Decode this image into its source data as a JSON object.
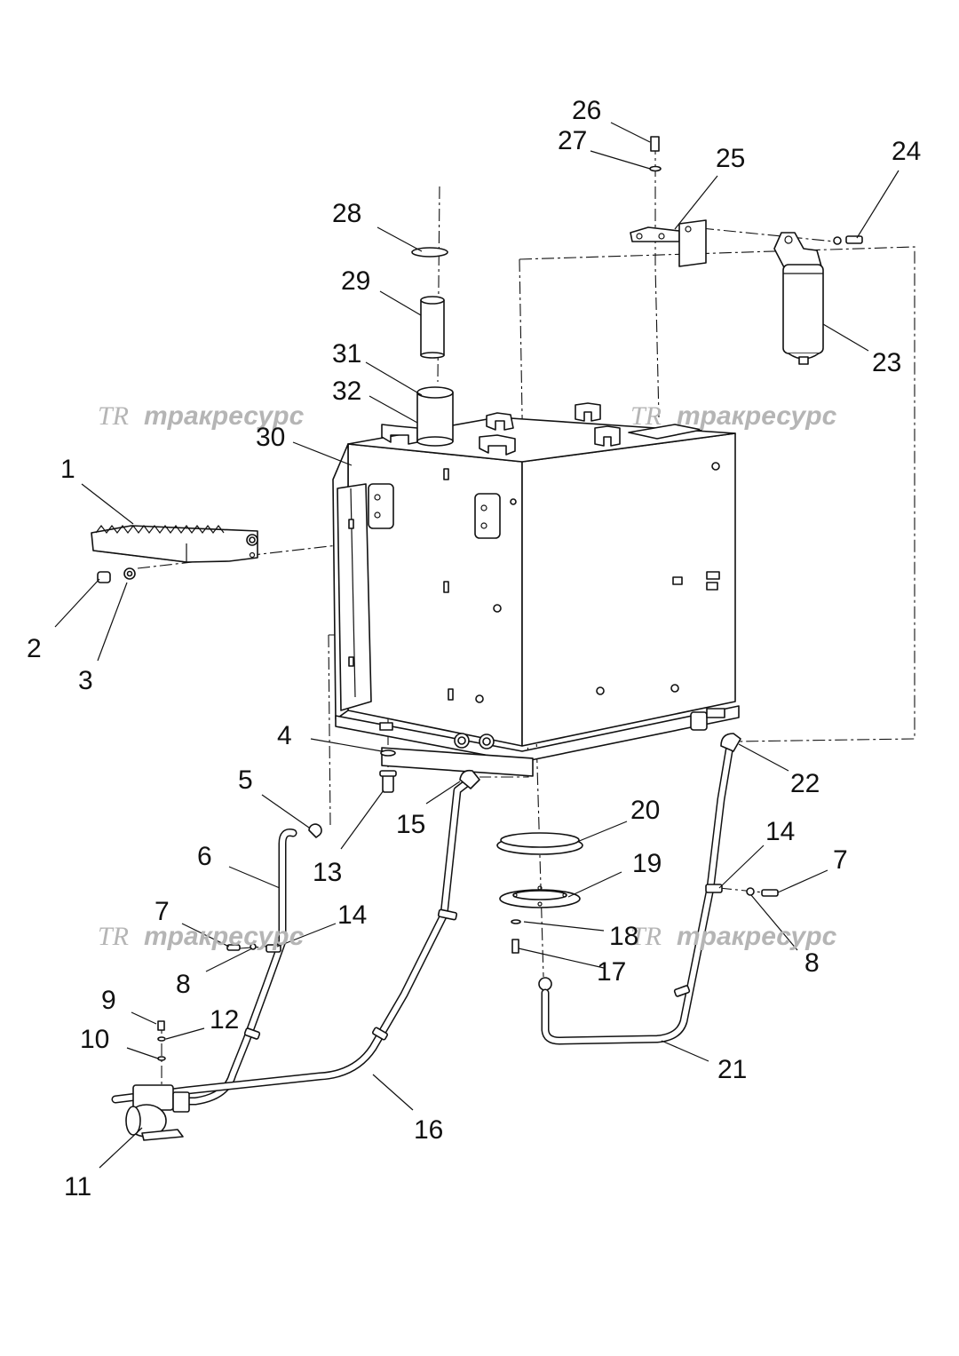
{
  "watermarks": [
    {
      "logo": "TR",
      "text": "тракресурс"
    },
    {
      "logo": "TR",
      "text": "тракресурс"
    },
    {
      "logo": "TR",
      "text": "тракресурс"
    },
    {
      "logo": "TR",
      "text": "тракресурс"
    }
  ],
  "callouts": [
    "1",
    "2",
    "3",
    "4",
    "5",
    "6",
    "7",
    "8",
    "9",
    "10",
    "11",
    "12",
    "13",
    "14",
    "15",
    "16",
    "17",
    "18",
    "19",
    "20",
    "21",
    "22",
    "23",
    "24",
    "25",
    "26",
    "27",
    "28",
    "29",
    "30",
    "31",
    "32",
    "14",
    "7",
    "8"
  ]
}
